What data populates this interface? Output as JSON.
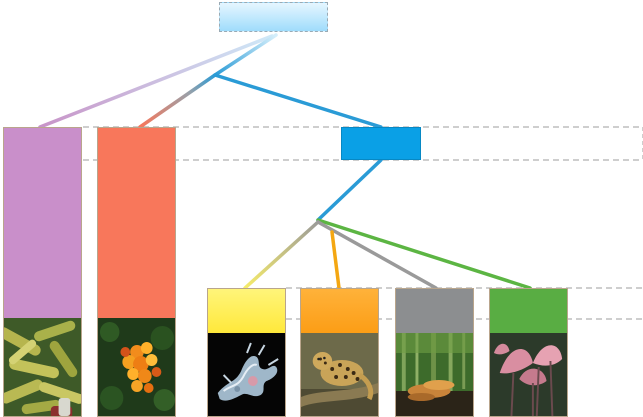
{
  "diagram": {
    "type": "phylogenetic-tree",
    "labels": {
      "root": "",
      "bacteria": "",
      "archaea": "",
      "eukarya": "",
      "kingdom_1": "",
      "kingdom_2": "",
      "kingdom_3": "",
      "kingdom_4": ""
    },
    "colors": {
      "root": "#bfe8fd",
      "eukarya": "#0aa0e6",
      "bacteria": "#c98fca",
      "archaea": "#f8775b",
      "kingdom_1": "#ffe83a",
      "kingdom_2": "#fb9a10",
      "kingdom_3": "#8c8e90",
      "kingdom_4": "#59ad43",
      "branch_main": "#2a9bd6",
      "branch_kingdom_4": "#5cb543",
      "branch_kingdom_3": "#9a9a9a",
      "branch_kingdom_2": "#f4a712",
      "branch_kingdom_1": "#f3ea6a",
      "guide_dashes": "#9e9e9e"
    },
    "photos": {
      "bacteria": "rod-shaped-bacteria-micrograph",
      "archaea": "archaea-cluster-micrograph",
      "kingdom_1": "protist-micrograph",
      "kingdom_2": "leopard-photo",
      "kingdom_3": "forest-mushroom-photo",
      "kingdom_4": "pink-plant-leaves-photo"
    }
  }
}
